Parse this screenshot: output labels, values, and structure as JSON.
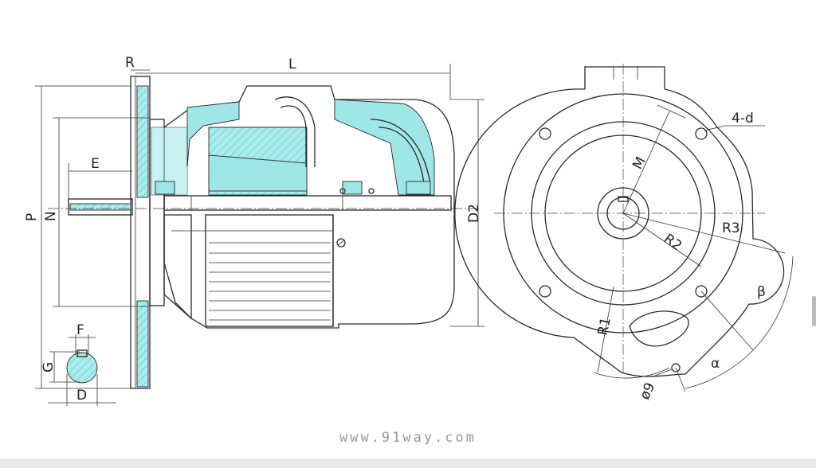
{
  "labels": {
    "R": "R",
    "L": "L",
    "E": "E",
    "P": "P",
    "N": "N",
    "F": "F",
    "G": "G",
    "D": "D",
    "D2": "D2",
    "M": "M",
    "four_d": "4-d",
    "R3": "R3",
    "R2": "R2",
    "R1": "R1",
    "beta": "β",
    "alpha": "α",
    "phi9": "ø9"
  },
  "watermark": "www.91way.com",
  "colors": {
    "section_fill": "#9fe6e6",
    "line": "#2a2a2a"
  }
}
